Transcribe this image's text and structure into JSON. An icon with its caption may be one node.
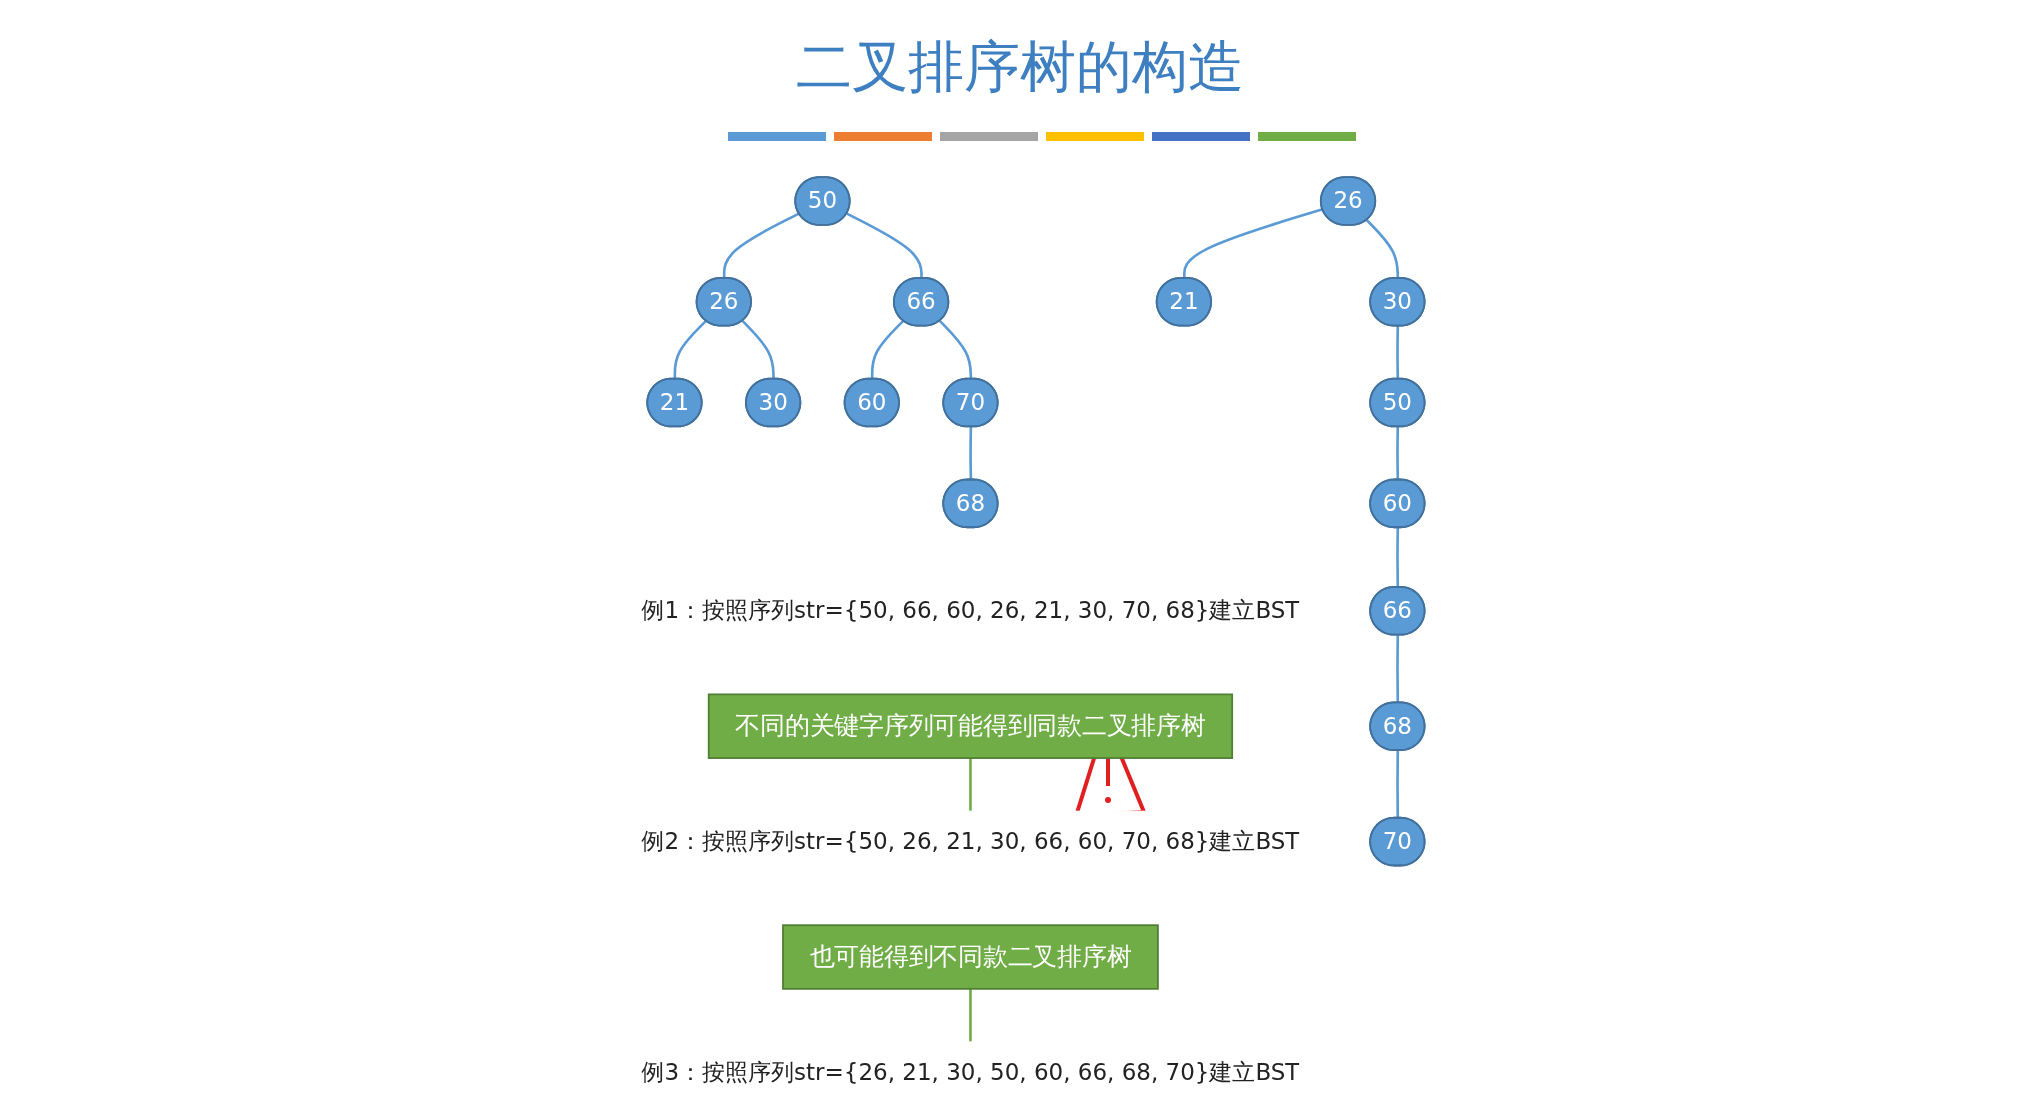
{
  "diagram": {
    "title": "二叉排序树的构造",
    "nodes": [
      {
        "text": [
          "50"
        ]
      },
      {
        "text": [
          "26"
        ]
      },
      {
        "text": [
          "66"
        ]
      },
      {
        "text": [
          "21"
        ]
      },
      {
        "text": [
          "30"
        ]
      },
      {
        "text": [
          "60"
        ]
      },
      {
        "text": [
          "70"
        ]
      },
      {
        "text": [
          "68"
        ]
      },
      {
        "text": [
          "26"
        ]
      },
      {
        "text": [
          "21"
        ]
      },
      {
        "text": [
          "30"
        ]
      },
      {
        "text": [
          "50"
        ]
      },
      {
        "text": [
          "60"
        ]
      },
      {
        "text": [
          "66"
        ]
      },
      {
        "text": [
          "68"
        ]
      },
      {
        "text": [
          "70"
        ]
      },
      {
        "text": [
          "例1：按照序列str={50, 66, 60, 26, 21, 30, 70, 68}建立BST"
        ]
      },
      {
        "text": [
          "例2：按照序列str={50, 26, 21, 30, 66, 60, 70, 68}建立BST"
        ]
      },
      {
        "text": [
          "不同的关键字序列可能得到同款二叉排序树"
        ]
      },
      {
        "text": [
          "例3：按照序列str={26, 21, 30, 50, 60, 66, 68, 70}建立BST"
        ]
      },
      {
        "text": [
          "也可能得到不同款二叉排序树"
        ]
      }
    ],
    "edges": [
      {
        "from": 0,
        "to": 1,
        "arrow": "none"
      },
      {
        "from": 0,
        "to": 2,
        "arrow": "none"
      },
      {
        "from": 1,
        "to": 3,
        "arrow": "none"
      },
      {
        "from": 1,
        "to": 4,
        "arrow": "none"
      },
      {
        "from": 2,
        "to": 5,
        "arrow": "none"
      },
      {
        "from": 2,
        "to": 6,
        "arrow": "none"
      },
      {
        "from": 6,
        "to": 7,
        "arrow": "none"
      },
      {
        "from": 8,
        "to": 9,
        "arrow": "none"
      },
      {
        "from": 8,
        "to": 10,
        "arrow": "none"
      },
      {
        "from": 10,
        "to": 11,
        "arrow": "none"
      },
      {
        "from": 11,
        "to": 12,
        "arrow": "none"
      },
      {
        "from": 12,
        "to": 13,
        "arrow": "none"
      },
      {
        "from": 13,
        "to": 14,
        "arrow": "none"
      },
      {
        "from": 14,
        "to": 15,
        "arrow": "none"
      },
      {
        "from": 18,
        "to": 17,
        "arrow": "none",
        "color": "#70ad47"
      },
      {
        "from": 20,
        "to": 19,
        "arrow": "none",
        "color": "#70ad47"
      }
    ]
  }
}
